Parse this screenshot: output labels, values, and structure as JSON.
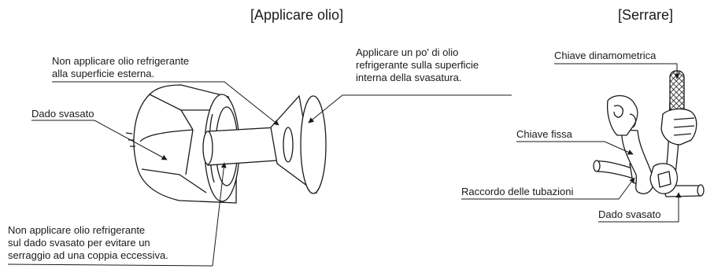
{
  "headers": {
    "apply_oil": "[Applicare olio]",
    "tighten": "[Serrare]"
  },
  "labels": {
    "no_oil_outer": [
      "Non applicare olio refrigerante",
      "alla superficie esterna."
    ],
    "apply_inner": [
      "Applicare un po' di olio",
      "refrigerante sulla superficie",
      "interna della svasatura."
    ],
    "flare_nut_left": "Dado svasato",
    "no_oil_nut": [
      "Non applicare olio refrigerante",
      "sul dado svasato per evitare un",
      "serraggio ad una coppia eccessiva."
    ],
    "torque_wrench": "Chiave dinamometrica",
    "fixed_wrench": "Chiave fissa",
    "pipe_union": "Raccordo delle tubazioni",
    "flare_nut_right": "Dado svasato"
  }
}
